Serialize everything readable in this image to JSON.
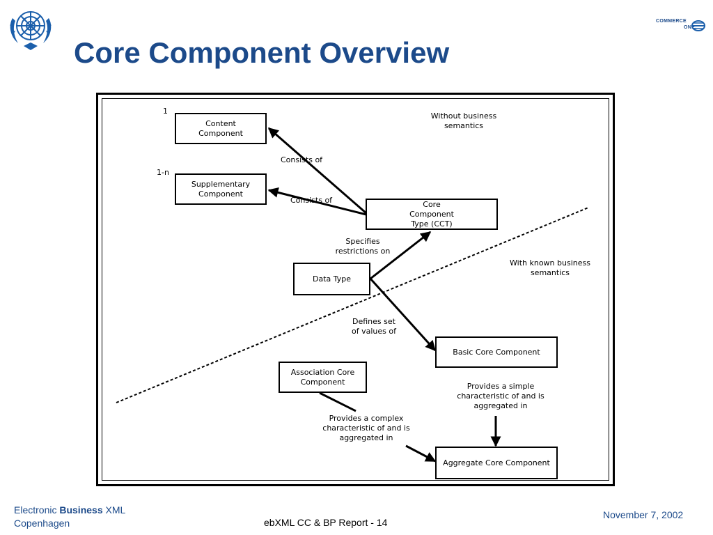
{
  "header": {
    "title": "Core Component Overview",
    "logo_right_line1": "COMMERCE",
    "logo_right_line2": "ONE."
  },
  "diagram": {
    "boxes": {
      "content_component": "Content\nComponent",
      "supplementary_component": "Supplementary\nComponent",
      "core_component_type": "Core\nComponent\nType (CCT)",
      "data_type": "Data Type",
      "basic_core_component": "Basic Core Component",
      "association_core_component": "Association Core\nComponent",
      "aggregate_core_component": "Aggregate Core Component"
    },
    "labels": {
      "multiplicity_content": "1",
      "multiplicity_supplementary": "1-n",
      "consists_of_1": "Consists of",
      "consists_of_2": "Consists of",
      "without_business_semantics": "Without business\nsemantics",
      "with_known_business_semantics": "With known business\nsemantics",
      "specifies_restrictions_on": "Specifies\nrestrictions on",
      "defines_set_of_values_of": "Defines set\nof values of",
      "provides_simple": "Provides a simple\ncharacteristic of and is\naggregated in",
      "provides_complex": "Provides a complex\ncharacteristic of and is\naggregated in"
    }
  },
  "footer": {
    "left_prefix": "Electronic ",
    "left_bold": "Business",
    "left_suffix": " XML",
    "left_line2": "Copenhagen",
    "center": "ebXML CC & BP Report - 14",
    "right": "November 7, 2002"
  },
  "colors": {
    "title_blue": "#1c4a8a",
    "logo_blue": "#1b5fab"
  }
}
